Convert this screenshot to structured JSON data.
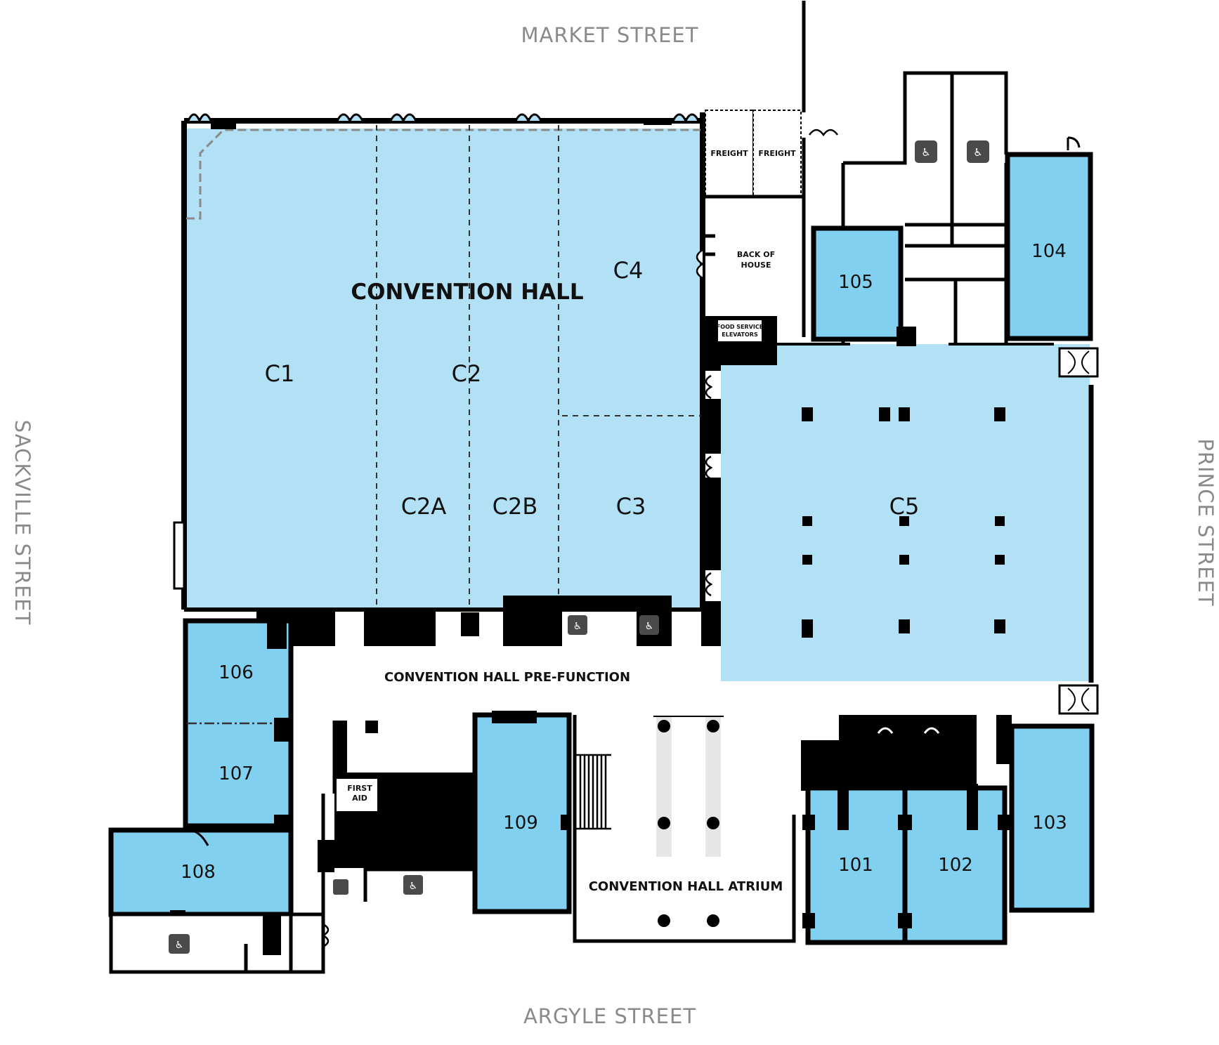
{
  "streets": {
    "north": "MARKET STREET",
    "south": "ARGYLE STREET",
    "west": "SACKVILLE STREET",
    "east": "PRINCE STREET"
  },
  "halls": {
    "convention_hall": "CONVENTION HALL",
    "c1": "C1",
    "c2": "C2",
    "c2a": "C2A",
    "c2b": "C2B",
    "c3": "C3",
    "c4": "C4",
    "c5": "C5"
  },
  "rooms": {
    "r101": "101",
    "r102": "102",
    "r103": "103",
    "r104": "104",
    "r105": "105",
    "r106": "106",
    "r107": "107",
    "r108": "108",
    "r109": "109"
  },
  "areas": {
    "pre_function": "CONVENTION HALL PRE-FUNCTION",
    "atrium": "CONVENTION HALL ATRIUM",
    "back_of_house_1": "BACK OF",
    "back_of_house_2": "HOUSE",
    "freight_1": "FREIGHT",
    "freight_2": "FREIGHT",
    "food_service_1": "FOOD SERVICE",
    "food_service_2": "ELEVATORS",
    "first_aid_1": "FIRST",
    "first_aid_2": "AID"
  },
  "colors": {
    "hall_fill": "#b2e1f5",
    "room_fill": "#82d0ef",
    "wall": "#000000",
    "street_text": "#8a8a8a",
    "icon_bg": "#4a4a4a"
  },
  "icons": {
    "restroom": "restroom-icon",
    "accessible": "wheelchair-icon"
  }
}
